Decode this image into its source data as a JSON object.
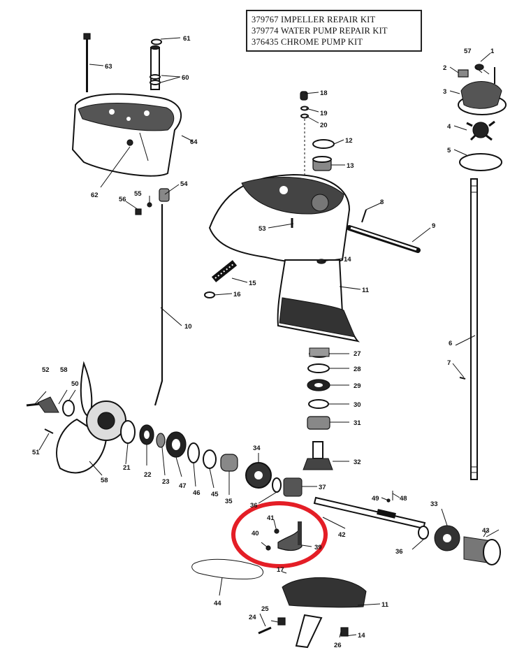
{
  "kits": [
    {
      "number": "379767",
      "name": "IMPELLER REPAIR KIT"
    },
    {
      "number": "379774",
      "name": "WATER PUMP REPAIR KIT"
    },
    {
      "number": "376435",
      "name": "CHROME PUMP KIT"
    }
  ],
  "callouts": {
    "c1": "1",
    "c2": "2",
    "c3": "3",
    "c4": "4",
    "c5": "5",
    "c6": "6",
    "c7": "7",
    "c8": "8",
    "c9": "9",
    "c10": "10",
    "c11a": "11",
    "c11b": "11",
    "c12": "12",
    "c13": "13",
    "c14a": "14",
    "c14b": "14",
    "c15": "15",
    "c16": "16",
    "c17": "17",
    "c18": "18",
    "c19": "19",
    "c20": "20",
    "c21": "21",
    "c22": "22",
    "c23": "23",
    "c24": "24",
    "c25": "25",
    "c26": "26",
    "c27": "27",
    "c28": "28",
    "c29": "29",
    "c30": "30",
    "c31": "31",
    "c32": "32",
    "c33": "33",
    "c34": "34",
    "c35": "35",
    "c36a": "36",
    "c36b": "36",
    "c37": "37",
    "c39": "39",
    "c40": "40",
    "c41": "41",
    "c42": "42",
    "c43": "43",
    "c44": "44",
    "c45": "45",
    "c46": "46",
    "c47": "47",
    "c48": "48",
    "c49": "49",
    "c50": "50",
    "c51": "51",
    "c52": "52",
    "c53": "53",
    "c54": "54",
    "c55": "55",
    "c56": "56",
    "c57": "57",
    "c58a": "58",
    "c58b": "58",
    "c60": "60",
    "c61": "61",
    "c62": "62",
    "c63": "63",
    "c64": "64"
  },
  "highlight": {
    "color": "#e41e26",
    "target_parts": [
      "39",
      "40",
      "41"
    ]
  }
}
